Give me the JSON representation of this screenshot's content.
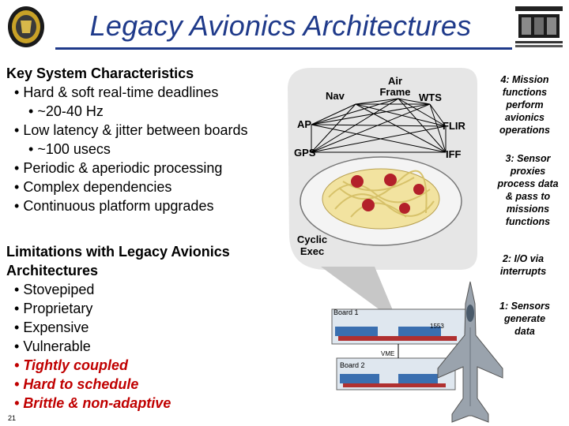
{
  "title": "Legacy Avionics Architectures",
  "characteristics": {
    "heading": "Key System Characteristics",
    "items": [
      {
        "text": "Hard & soft real-time deadlines",
        "level": 1
      },
      {
        "text": "~20-40 Hz",
        "level": 2
      },
      {
        "text": "Low latency & jitter between boards",
        "level": 1
      },
      {
        "text": "~100 usecs",
        "level": 2
      },
      {
        "text": "Periodic & aperiodic processing",
        "level": 1
      },
      {
        "text": "Complex dependencies",
        "level": 1
      },
      {
        "text": "Continuous platform upgrades",
        "level": 1
      }
    ]
  },
  "limitations": {
    "heading_line1": "Limitations with Legacy Avionics",
    "heading_line2": "Architectures",
    "items": [
      {
        "text": "Stovepiped",
        "emphasis": false
      },
      {
        "text": "Proprietary",
        "emphasis": false
      },
      {
        "text": "Expensive",
        "emphasis": false
      },
      {
        "text": "Vulnerable",
        "emphasis": false
      },
      {
        "text": "Tightly coupled",
        "emphasis": true
      },
      {
        "text": "Hard to schedule",
        "emphasis": true
      },
      {
        "text": "Brittle & non-adaptive",
        "emphasis": true
      }
    ]
  },
  "diagram": {
    "nodes": {
      "nav": "Nav",
      "air_frame_1": "Air",
      "air_frame_2": "Frame",
      "wts": "WTS",
      "ap": "AP",
      "flir": "FLIR",
      "gps": "GPS",
      "iff": "IFF",
      "cyclic_1": "Cyclic",
      "cyclic_2": "Exec"
    },
    "boards": {
      "board1": "Board 1",
      "board2": "Board 2",
      "bus_1553": "1553",
      "vme": "VME"
    }
  },
  "notes": {
    "n4": [
      "4: Mission",
      "functions",
      "perform",
      "avionics",
      "operations"
    ],
    "n3": [
      "3: Sensor",
      "proxies",
      "process data",
      "& pass to",
      "missions",
      "functions"
    ],
    "n2": [
      "2: I/O via",
      "interrupts"
    ],
    "n1": [
      "1: Sensors",
      "generate",
      "data"
    ]
  },
  "page_number": "21",
  "colors": {
    "title": "#1f3a8a",
    "emphasis": "#c00000"
  }
}
